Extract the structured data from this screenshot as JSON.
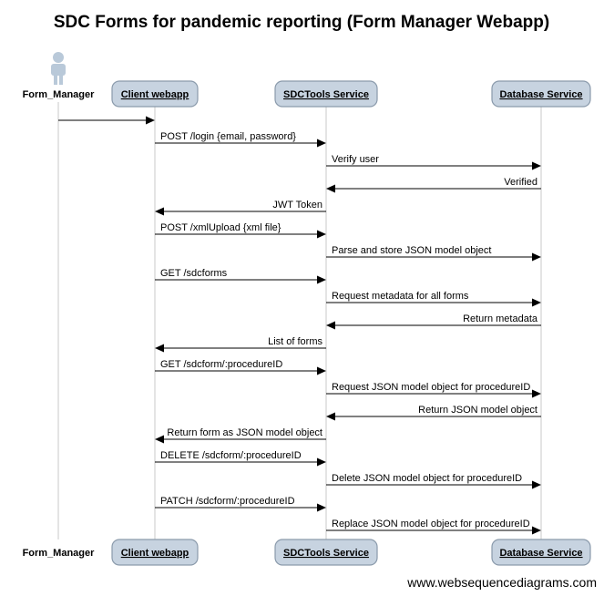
{
  "title": "SDC Forms for pandemic reporting (Form Manager Webapp)",
  "participants": [
    {
      "id": "fm",
      "label": "Form_Manager",
      "kind": "actor"
    },
    {
      "id": "cw",
      "label": "Client webapp",
      "kind": "box"
    },
    {
      "id": "st",
      "label": "SDCTools Service",
      "kind": "box"
    },
    {
      "id": "db",
      "label": "Database Service",
      "kind": "box"
    }
  ],
  "messages": [
    {
      "from": "fm",
      "to": "cw",
      "label": ""
    },
    {
      "from": "cw",
      "to": "st",
      "label": "POST /login {email, password}"
    },
    {
      "from": "st",
      "to": "db",
      "label": "Verify user"
    },
    {
      "from": "db",
      "to": "st",
      "label": "Verified"
    },
    {
      "from": "st",
      "to": "cw",
      "label": "JWT Token"
    },
    {
      "from": "cw",
      "to": "st",
      "label": "POST /xmlUpload {xml file}"
    },
    {
      "from": "st",
      "to": "db",
      "label": "Parse and store JSON model object"
    },
    {
      "from": "cw",
      "to": "st",
      "label": "GET /sdcforms"
    },
    {
      "from": "st",
      "to": "db",
      "label": "Request metadata for all forms"
    },
    {
      "from": "db",
      "to": "st",
      "label": "Return metadata"
    },
    {
      "from": "st",
      "to": "cw",
      "label": "List of forms"
    },
    {
      "from": "cw",
      "to": "st",
      "label": "GET /sdcform/:procedureID"
    },
    {
      "from": "st",
      "to": "db",
      "label": "Request JSON model object for procedureID"
    },
    {
      "from": "db",
      "to": "st",
      "label": "Return JSON model object"
    },
    {
      "from": "st",
      "to": "cw",
      "label": "Return form as JSON model object"
    },
    {
      "from": "cw",
      "to": "st",
      "label": "DELETE /sdcform/:procedureID"
    },
    {
      "from": "st",
      "to": "db",
      "label": "Delete JSON model object for procedureID"
    },
    {
      "from": "cw",
      "to": "st",
      "label": "PATCH /sdcform/:procedureID"
    },
    {
      "from": "st",
      "to": "db",
      "label": "Replace JSON model object for procedureID"
    }
  ],
  "footer": "www.websequencediagrams.com",
  "colors": {
    "box_fill": "#c7d3e0",
    "box_stroke": "#8a9aab",
    "actor": "#b9c9d9",
    "lifeline": "#c8c8c8",
    "arrow": "#000000"
  }
}
